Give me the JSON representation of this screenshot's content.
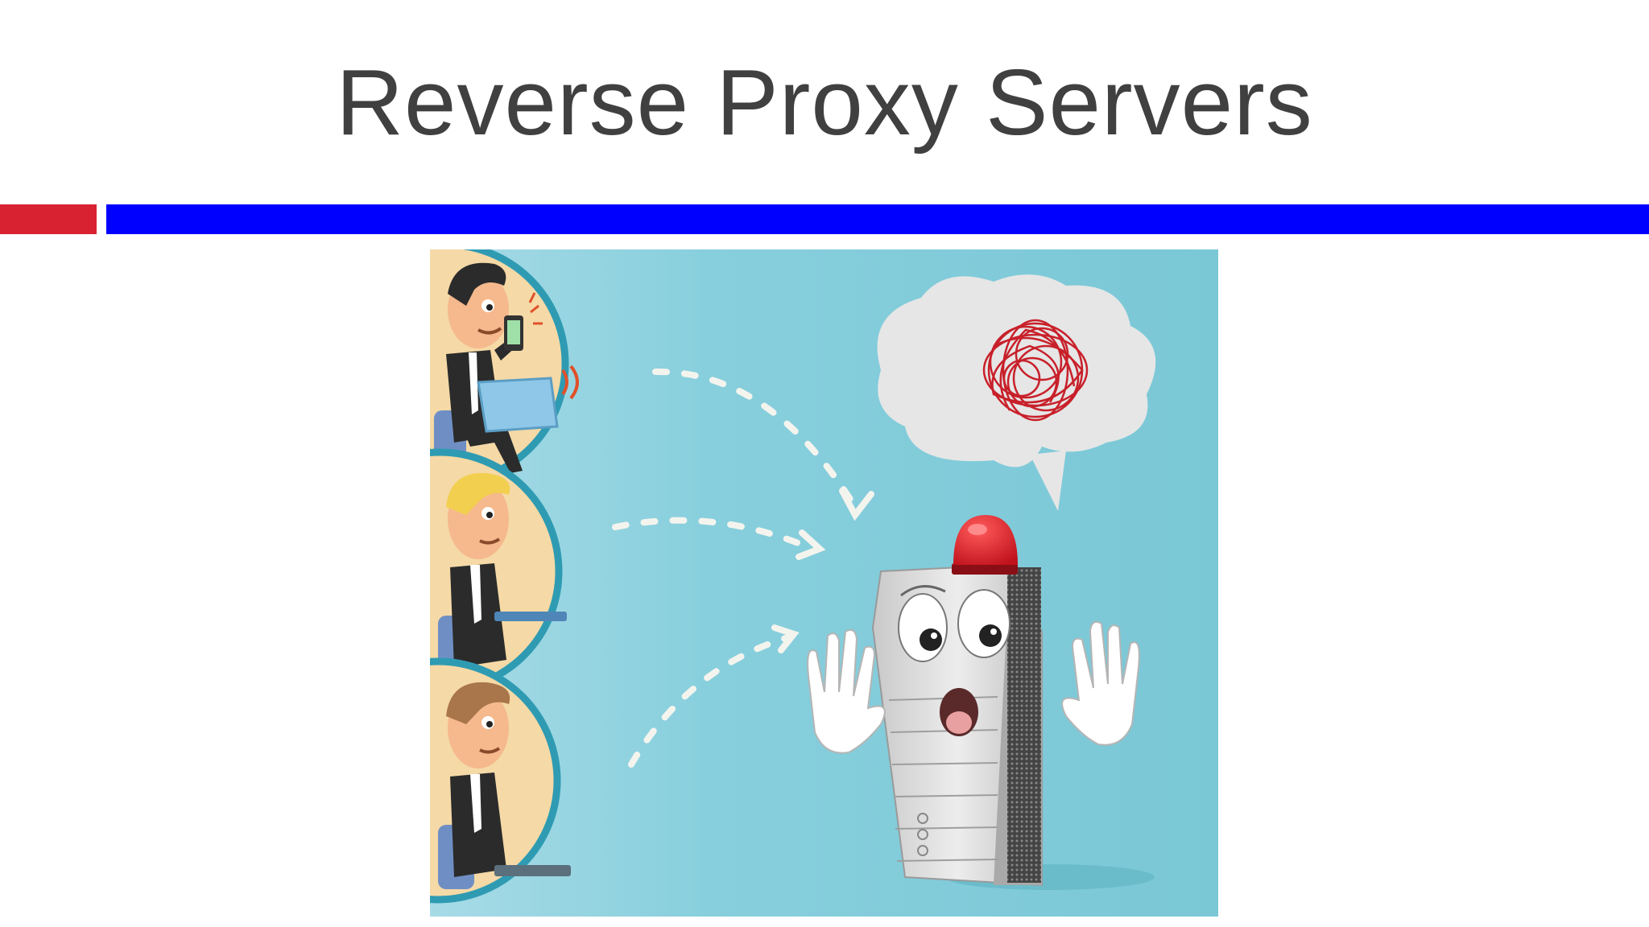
{
  "slide": {
    "title": "Reverse Proxy Servers"
  },
  "colors": {
    "title": "#404040",
    "accent_red": "#d92231",
    "accent_blue": "#0000ff",
    "illustration_bg": "#7fcad9",
    "user_circle_bg": "#f5d9a6",
    "alarm_red": "#d8222c"
  },
  "illustration": {
    "subject": "clients-to-overwhelmed-server",
    "clients": [
      "client-phone-laptop",
      "client-laptop",
      "client-laptop"
    ],
    "server_mood": "overwhelmed"
  }
}
